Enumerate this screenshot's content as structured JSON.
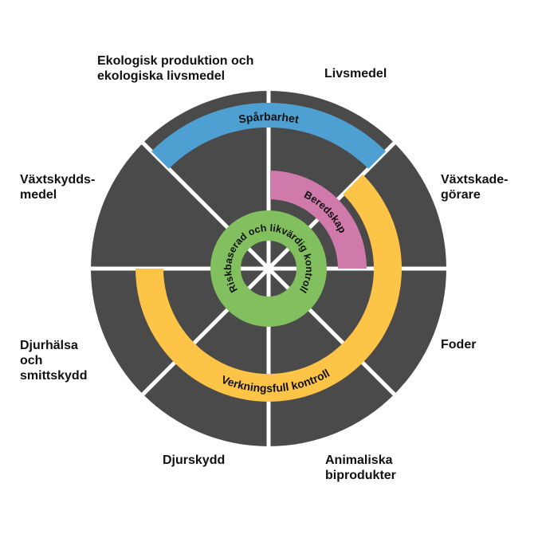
{
  "colors": {
    "sector": "#4a4a4a",
    "divider": "#ffffff",
    "sparbarhet": "#4fa0d2",
    "verkningsfull": "#fdc447",
    "beredskap": "#d07aab",
    "riskbaserad": "#82bf5e"
  },
  "rings": {
    "sparbarhet": "Spårbarhet",
    "beredskap": "Beredskap",
    "verkningsfull": "Verkningsfull kontroll",
    "riskbaserad": "Riskbaserad och likvärdig kontroll"
  },
  "sectors": {
    "ekologisk": [
      "Ekologisk produktion och",
      "ekologiska livsmedel"
    ],
    "livsmedel": [
      "Livsmedel"
    ],
    "vaxtskadegorare": [
      "Växtskade-",
      "görare"
    ],
    "foder": [
      "Foder"
    ],
    "animaliska": [
      "Animaliska",
      "biprodukter"
    ],
    "djurskydd": [
      "Djurskydd"
    ],
    "djurhalsa": [
      "Djurhälsa",
      "och",
      "smittskydd"
    ],
    "vaxtskyddsmedel": [
      "Växtskydds-",
      "medel"
    ]
  }
}
